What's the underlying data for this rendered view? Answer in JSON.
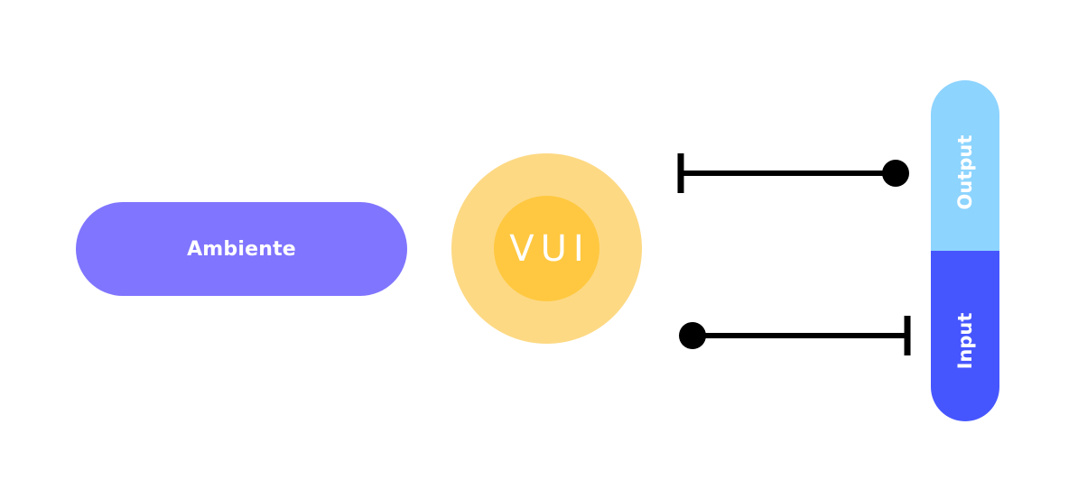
{
  "ambiente": {
    "label": "Ambiente"
  },
  "vui": {
    "label": "VUI"
  },
  "io": {
    "output_label": "Output",
    "input_label": "Input"
  },
  "colors": {
    "ambiente": "#8075ff",
    "vui_outer": "#fdd984",
    "vui_inner": "#ffc840",
    "output": "#8dd4ff",
    "input": "#4656ff",
    "connector": "#000000"
  }
}
